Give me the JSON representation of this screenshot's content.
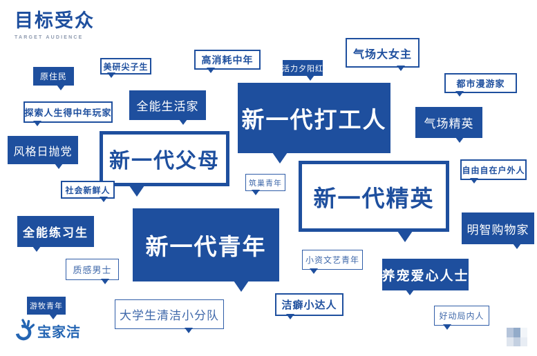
{
  "page": {
    "title": "目标受众",
    "subtitle": "TARGET AUDIENCE"
  },
  "brand": {
    "name": "宝家洁",
    "icon": "hand-swirl-icon"
  },
  "colors": {
    "primary_blue": "#1e4f9e",
    "logo_blue": "#2465b3",
    "subtitle_gray": "#8d99ae",
    "bubble_text_white": "#ffffff"
  },
  "bubbles": [
    {
      "label": "原住民"
    },
    {
      "label": "美研尖子生"
    },
    {
      "label": "高消耗中年"
    },
    {
      "label": "活力夕阳红"
    },
    {
      "label": "气场大女主"
    },
    {
      "label": "都市漫游家"
    },
    {
      "label": "气场精英"
    },
    {
      "label": "探索人生得中年玩家"
    },
    {
      "label": "全能生活家"
    },
    {
      "label": "风格日抛党"
    },
    {
      "label": "新一代父母"
    },
    {
      "label": "社会新鲜人"
    },
    {
      "label": "新一代打工人"
    },
    {
      "label": "筑巢青年"
    },
    {
      "label": "新一代精英"
    },
    {
      "label": "自由自在户外人"
    },
    {
      "label": "明智购物家"
    },
    {
      "label": "全能练习生"
    },
    {
      "label": "质感男士"
    },
    {
      "label": "新一代青年"
    },
    {
      "label": "小资文艺青年"
    },
    {
      "label": "养宠爱心人士"
    },
    {
      "label": "洁癖小达人"
    },
    {
      "label": "好动局内人"
    },
    {
      "label": "游牧青年"
    },
    {
      "label": "大学生清洁小分队"
    }
  ]
}
